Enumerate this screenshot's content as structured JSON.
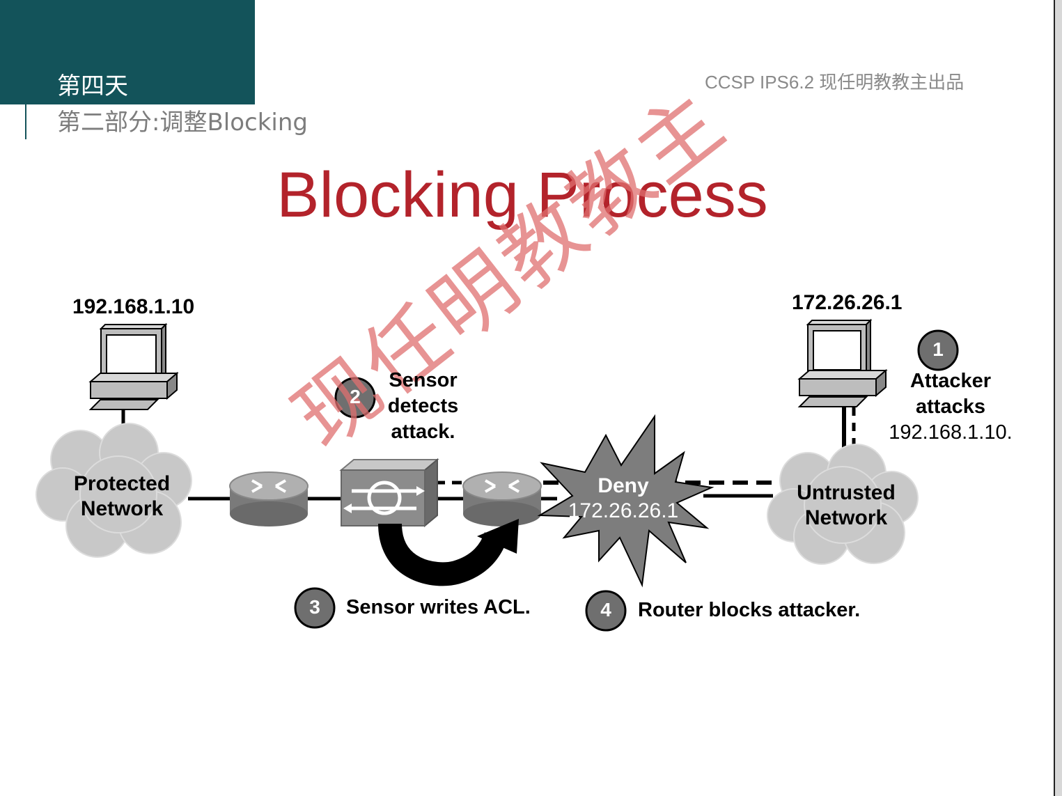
{
  "header": {
    "day": "第四天",
    "part": "第二部分:调整Blocking",
    "course": "CCSP IPS6.2  现任明教教主出品"
  },
  "title": "Blocking Process",
  "watermark": "现任明教教主",
  "hosts": {
    "protected_ip": "192.168.1.10",
    "attacker_ip": "172.26.26.1"
  },
  "clouds": {
    "protected": [
      "Protected",
      "Network"
    ],
    "untrusted": [
      "Untrusted",
      "Network"
    ]
  },
  "starburst": [
    "Deny",
    "172.26.26.1"
  ],
  "steps": [
    {
      "num": "1",
      "text": [
        "Attacker",
        "attacks",
        "192.168.1.10."
      ]
    },
    {
      "num": "2",
      "text": [
        "Sensor",
        "detects",
        "attack."
      ]
    },
    {
      "num": "3",
      "text": "Sensor writes ACL."
    },
    {
      "num": "4",
      "text": "Router blocks attacker."
    }
  ],
  "colors": {
    "header_bg": "#13535a",
    "title": "#b3232b",
    "cloud": "#c8c8c8",
    "device": "#8c8c8c",
    "watermark": "#e07070"
  }
}
